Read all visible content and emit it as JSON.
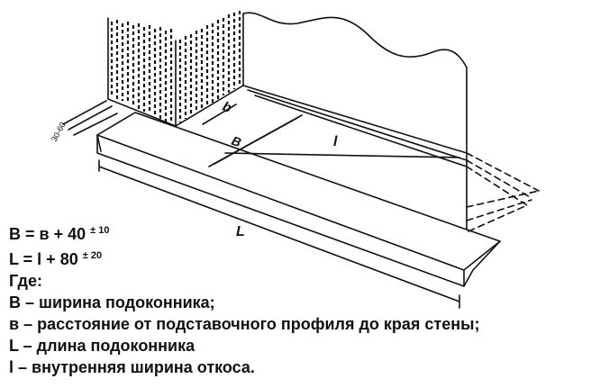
{
  "diagram": {
    "labels": {
      "gap_range": "30-60",
      "small_b": "b",
      "big_b": "B",
      "small_l": "l",
      "big_l": "L"
    }
  },
  "formulas": [
    {
      "lhs": "B = в + 40 ",
      "tol": "± 10"
    },
    {
      "lhs": "L = l + 80 ",
      "tol": "± 20"
    }
  ],
  "legend": {
    "title": "Где:",
    "items": [
      "B – ширина подоконника;",
      "в – расстояние от подставочного профиля до края стены;",
      "L – длина подоконника",
      "l – внутренняя ширина откоса."
    ]
  }
}
